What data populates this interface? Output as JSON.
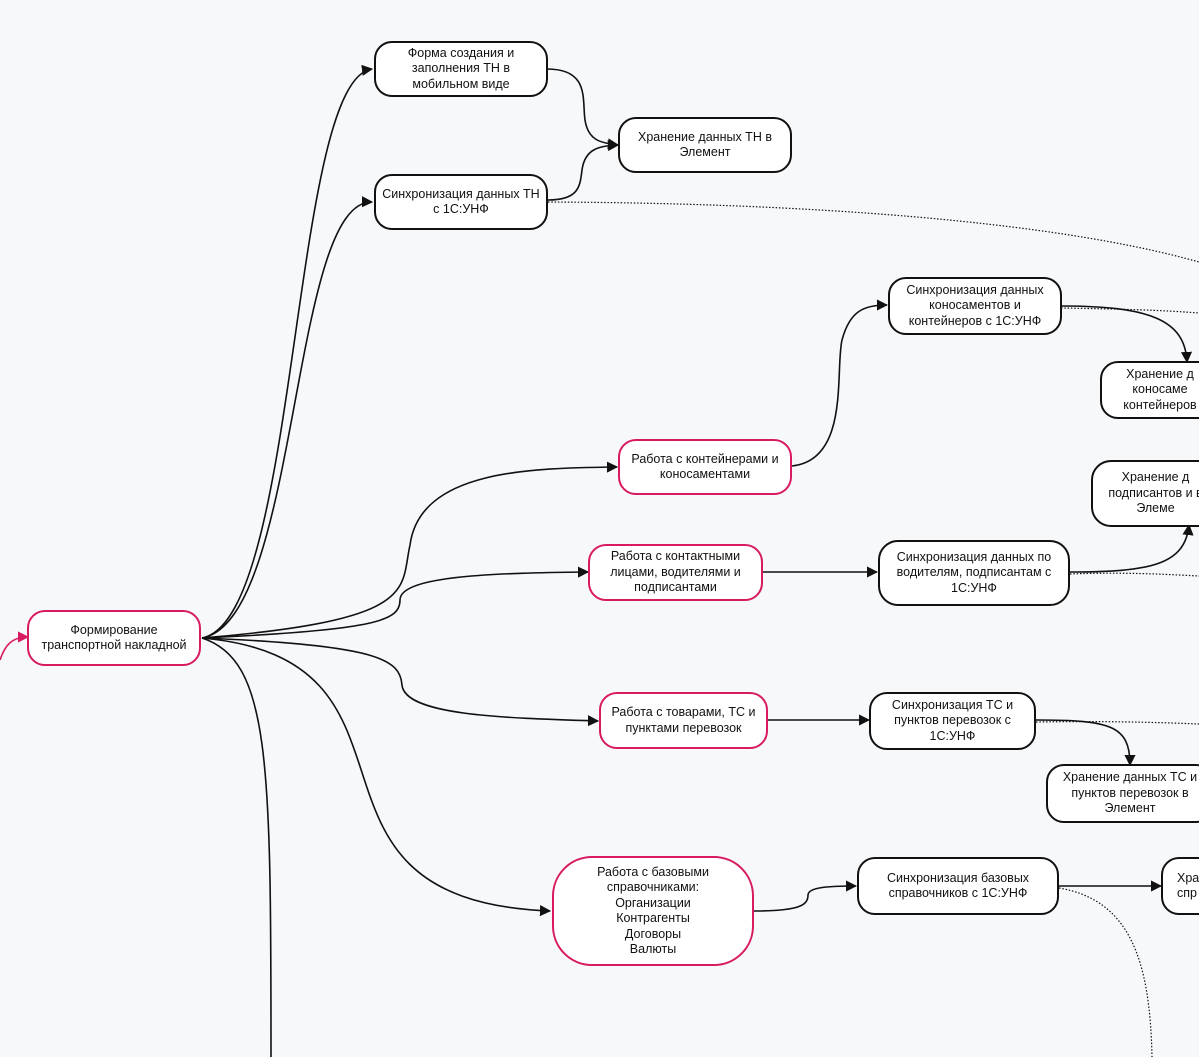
{
  "colors": {
    "accent": "#d81b60",
    "stroke": "#111111",
    "background": "#f7f8fa",
    "node_fill": "#ffffff"
  },
  "diagram": {
    "nodes": [
      {
        "id": "root",
        "label": "Формирование\nтранспортной накладной",
        "accent": true
      },
      {
        "id": "form_mobile",
        "label": "Форма создания и\nзаполнения ТН в\nмобильном виде",
        "accent": false
      },
      {
        "id": "store_tn",
        "label": "Хранение данных ТН в\nЭлемент",
        "accent": false
      },
      {
        "id": "sync_tn",
        "label": "Синхронизация данных ТН\nс 1С:УНФ",
        "accent": false
      },
      {
        "id": "sync_bills",
        "label": "Синхронизация данных\nконосаментов и\nконтейнеров с 1С:УНФ",
        "accent": false
      },
      {
        "id": "store_bills",
        "label": "Хранение д\nконосаме\nконтейнеров",
        "accent": false
      },
      {
        "id": "containers",
        "label": "Работа с контейнерами и\nконосаментами",
        "accent": true
      },
      {
        "id": "store_signers",
        "label": "Хранение д\nподписантов и в\nЭлеме",
        "accent": false
      },
      {
        "id": "contacts",
        "label": "Работа с контактными\nлицами, водителями и\nподписантами",
        "accent": true
      },
      {
        "id": "sync_drivers",
        "label": "Синхронизация данных по\nводителям, подписантам с\n1С:УНФ",
        "accent": false
      },
      {
        "id": "goods",
        "label": "Работа с товарами, ТС и\nпунктами перевозок",
        "accent": true
      },
      {
        "id": "sync_vehicles",
        "label": "Синхронизация ТС и\nпунктов перевозок с\n1С:УНФ",
        "accent": false
      },
      {
        "id": "store_vehicles",
        "label": "Хранение данных ТС и\nпунктов перевозок в\nЭлемент",
        "accent": false
      },
      {
        "id": "base_refs",
        "label": "Работа с базовыми\nсправочниками:\nОрганизации\nКонтрагенты\nДоговоры\nВалюты",
        "accent": true
      },
      {
        "id": "sync_base",
        "label": "Синхронизация базовых\nсправочников с 1С:УНФ",
        "accent": false
      },
      {
        "id": "store_base",
        "label": "Хра\nспр",
        "accent": false
      }
    ]
  }
}
